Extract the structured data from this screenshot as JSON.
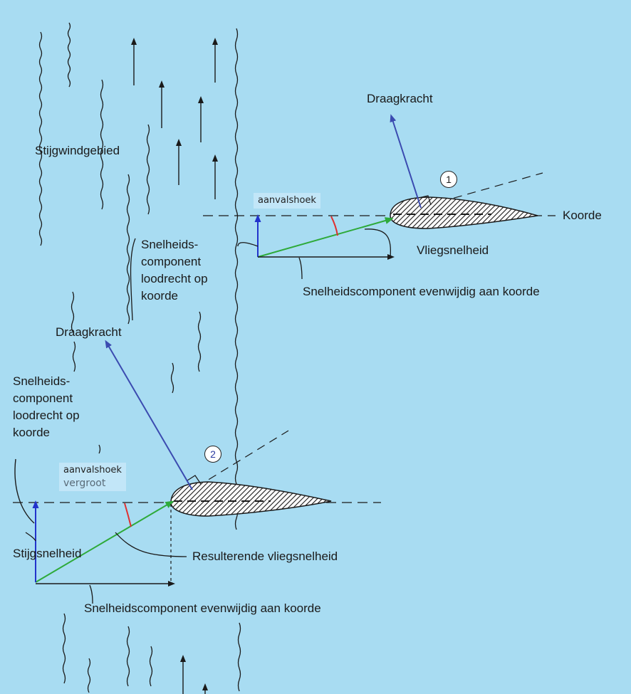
{
  "labels": {
    "updraft_area": "Stijgwindgebied",
    "top_lift": "Draagkracht",
    "chord": "Koorde",
    "top_angle": "aanvalshoek",
    "top_flight_speed": "Vliegsnelheid",
    "top_parallel_component": "Snelheidscomponent evenwijdig aan koorde",
    "mid_perp_component": [
      "Snelheids-",
      "component",
      "loodrecht op",
      "koorde"
    ],
    "bottom_lift": "Draagkracht",
    "left_perp_component": [
      "Snelheids-",
      "component",
      "loodrecht op",
      "koorde"
    ],
    "bottom_angle": "aanvalshoek",
    "bottom_angle_sub": "vergroot",
    "climb_speed": "Stijgsnelheid",
    "resulting_speed": "Resulterende vliegsnelheid",
    "bottom_parallel_component": "Snelheidscomponent evenwijdig aan koorde"
  },
  "markers": {
    "top": "1",
    "bottom": "2"
  },
  "colors": {
    "background": "#a8dcf2",
    "lift_vector": "#3b4bb0",
    "flight_speed_vector": "#2eaa3a",
    "vertical_component": "#2233cc",
    "angle_arc": "#e03030",
    "ink": "#1a1a1a"
  }
}
